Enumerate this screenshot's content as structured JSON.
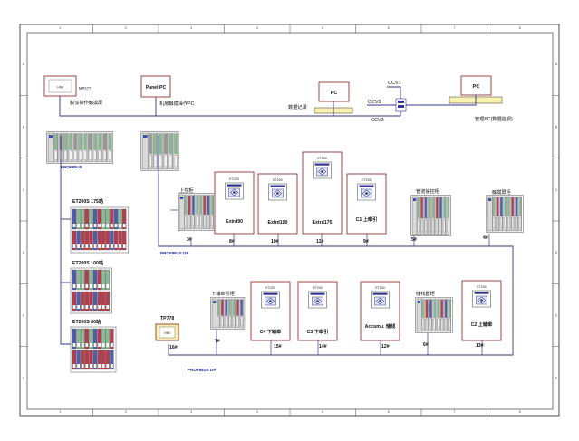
{
  "ruler": {
    "cols": [
      "1",
      "2",
      "3",
      "4",
      "5",
      "6",
      "7",
      "8"
    ],
    "rows": [
      "A",
      "B",
      "C",
      "D",
      "E",
      "F"
    ]
  },
  "top_devices": {
    "hmi": {
      "box_label": "HMI",
      "model": "MP277",
      "caption": "脱漆操作触摸屏"
    },
    "panel_pc": {
      "box_label": "Panel PC",
      "caption": "机房触摸操作PC"
    },
    "pc_data": {
      "box_label": "PC",
      "caption": "数据记录"
    },
    "pc_mgmt": {
      "box_label": "PC",
      "caption": "管理PC(数据监视)"
    },
    "ccv1": "CCV1",
    "ccv2": "CCV2",
    "ccv3": "CCV3"
  },
  "racks": {
    "profibus_label": "PROFIBUS",
    "et200s_175": "ET200S 175站",
    "et200s_100": "ET200S 100站",
    "et200s_80": "ET200S 80站"
  },
  "upper_bus": {
    "label": "PROFIBUS DP",
    "stations": [
      {
        "name": "上控柜",
        "addr": "3#"
      },
      {
        "module": "ET200",
        "name": "Extrd90",
        "addr": "8#"
      },
      {
        "module": "ET200",
        "name": "Extrd100",
        "addr": "10#"
      },
      {
        "module": "ET200",
        "name": "Extrd175",
        "addr": "11#"
      },
      {
        "module": "ET200",
        "name": "C1 上牵引",
        "addr": "9#"
      },
      {
        "name": "管道操控柜",
        "addr": "5#"
      },
      {
        "name": "触摸屏柜",
        "addr": "4#"
      }
    ]
  },
  "lower_bus": {
    "label": "PROFIBUS DP",
    "tp": {
      "model": "TP778",
      "box_label": "HMI",
      "addr": "16#"
    },
    "stations": [
      {
        "name": "下辅牵引柜",
        "addr": "7#"
      },
      {
        "module": "ET200",
        "name": "C4 下辅牵",
        "addr": "15#"
      },
      {
        "module": "ET200",
        "name": "C3 下牵引",
        "addr": "14#"
      },
      {
        "module": "ET200",
        "name": "Accumu. 储线",
        "addr": "12#"
      },
      {
        "name": "储线器柜",
        "addr": "6#"
      },
      {
        "module": "ET200",
        "name": "C2 上辅牵",
        "addr": "13#"
      }
    ]
  },
  "colors": {
    "wire": "#33348e",
    "frame": "#222222",
    "box_border": "#8b1a1a",
    "caption_fill": "#fbf2b0",
    "rack_green": "#7fb28a",
    "rack_blue": "#3d4ea8",
    "rack_red": "#b0283a",
    "rack_grey": "#8d8d8d"
  }
}
